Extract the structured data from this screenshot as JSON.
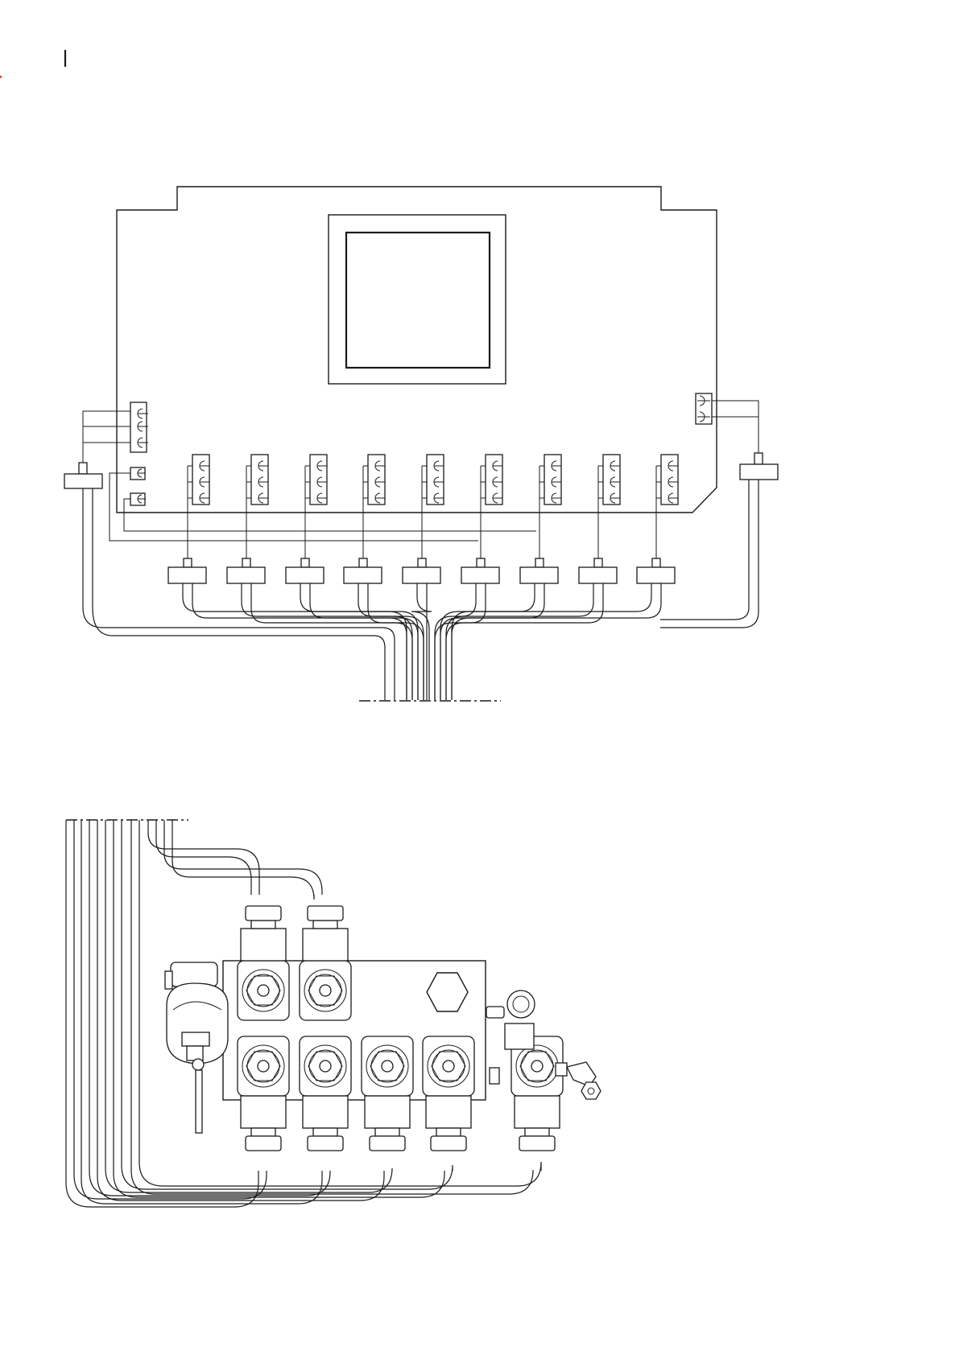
{
  "page": {
    "accent_mark_color": "#e8502a",
    "line_color": "#1a1a1a"
  },
  "diagram": {
    "upper_section": "control-unit-wiring",
    "lower_section": "valve-manifold",
    "upper_cable_count": 9,
    "lower_valve_count": 7
  }
}
